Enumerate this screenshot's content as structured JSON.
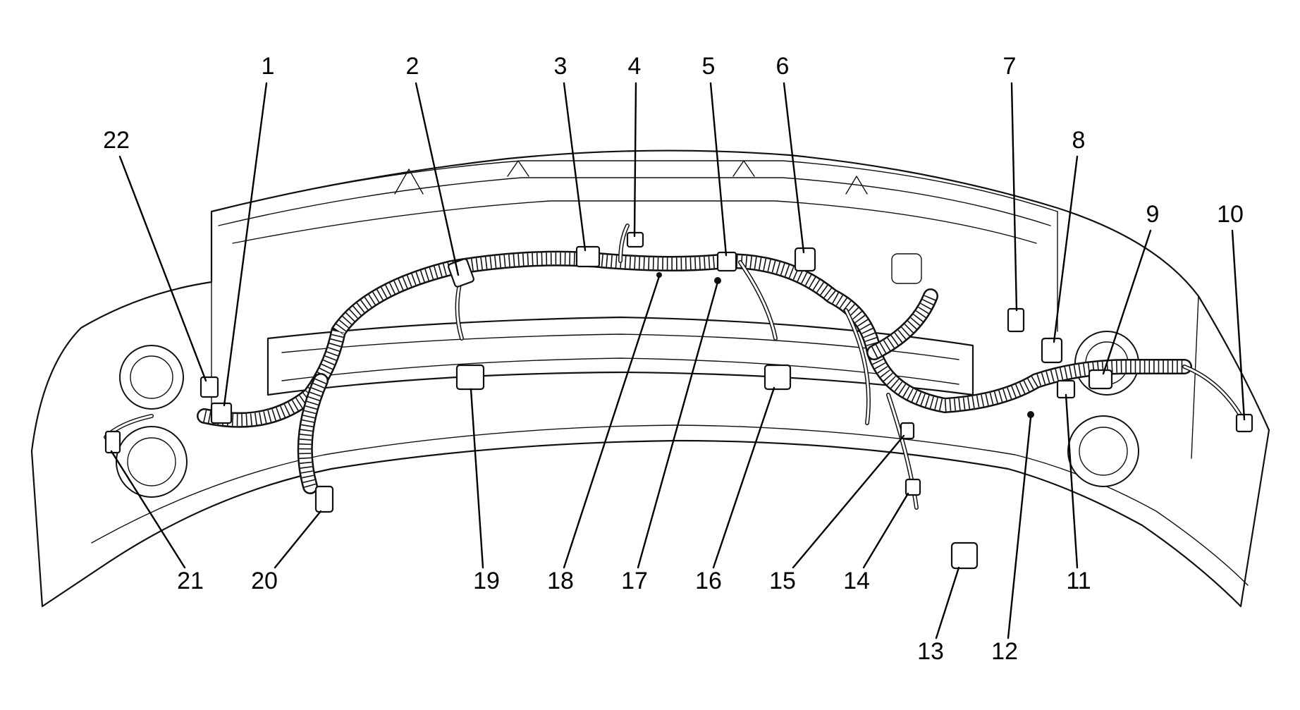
{
  "diagram": {
    "callouts": [
      {
        "id": "1",
        "label": "1"
      },
      {
        "id": "2",
        "label": "2"
      },
      {
        "id": "3",
        "label": "3"
      },
      {
        "id": "4",
        "label": "4"
      },
      {
        "id": "5",
        "label": "5"
      },
      {
        "id": "6",
        "label": "6"
      },
      {
        "id": "7",
        "label": "7"
      },
      {
        "id": "8",
        "label": "8"
      },
      {
        "id": "9",
        "label": "9"
      },
      {
        "id": "10",
        "label": "10"
      },
      {
        "id": "11",
        "label": "11"
      },
      {
        "id": "12",
        "label": "12"
      },
      {
        "id": "13",
        "label": "13"
      },
      {
        "id": "14",
        "label": "14"
      },
      {
        "id": "15",
        "label": "15"
      },
      {
        "id": "16",
        "label": "16"
      },
      {
        "id": "17",
        "label": "17"
      },
      {
        "id": "18",
        "label": "18"
      },
      {
        "id": "19",
        "label": "19"
      },
      {
        "id": "20",
        "label": "20"
      },
      {
        "id": "21",
        "label": "21"
      },
      {
        "id": "22",
        "label": "22"
      }
    ],
    "colors": {
      "line": "#111111",
      "background": "#ffffff"
    }
  }
}
